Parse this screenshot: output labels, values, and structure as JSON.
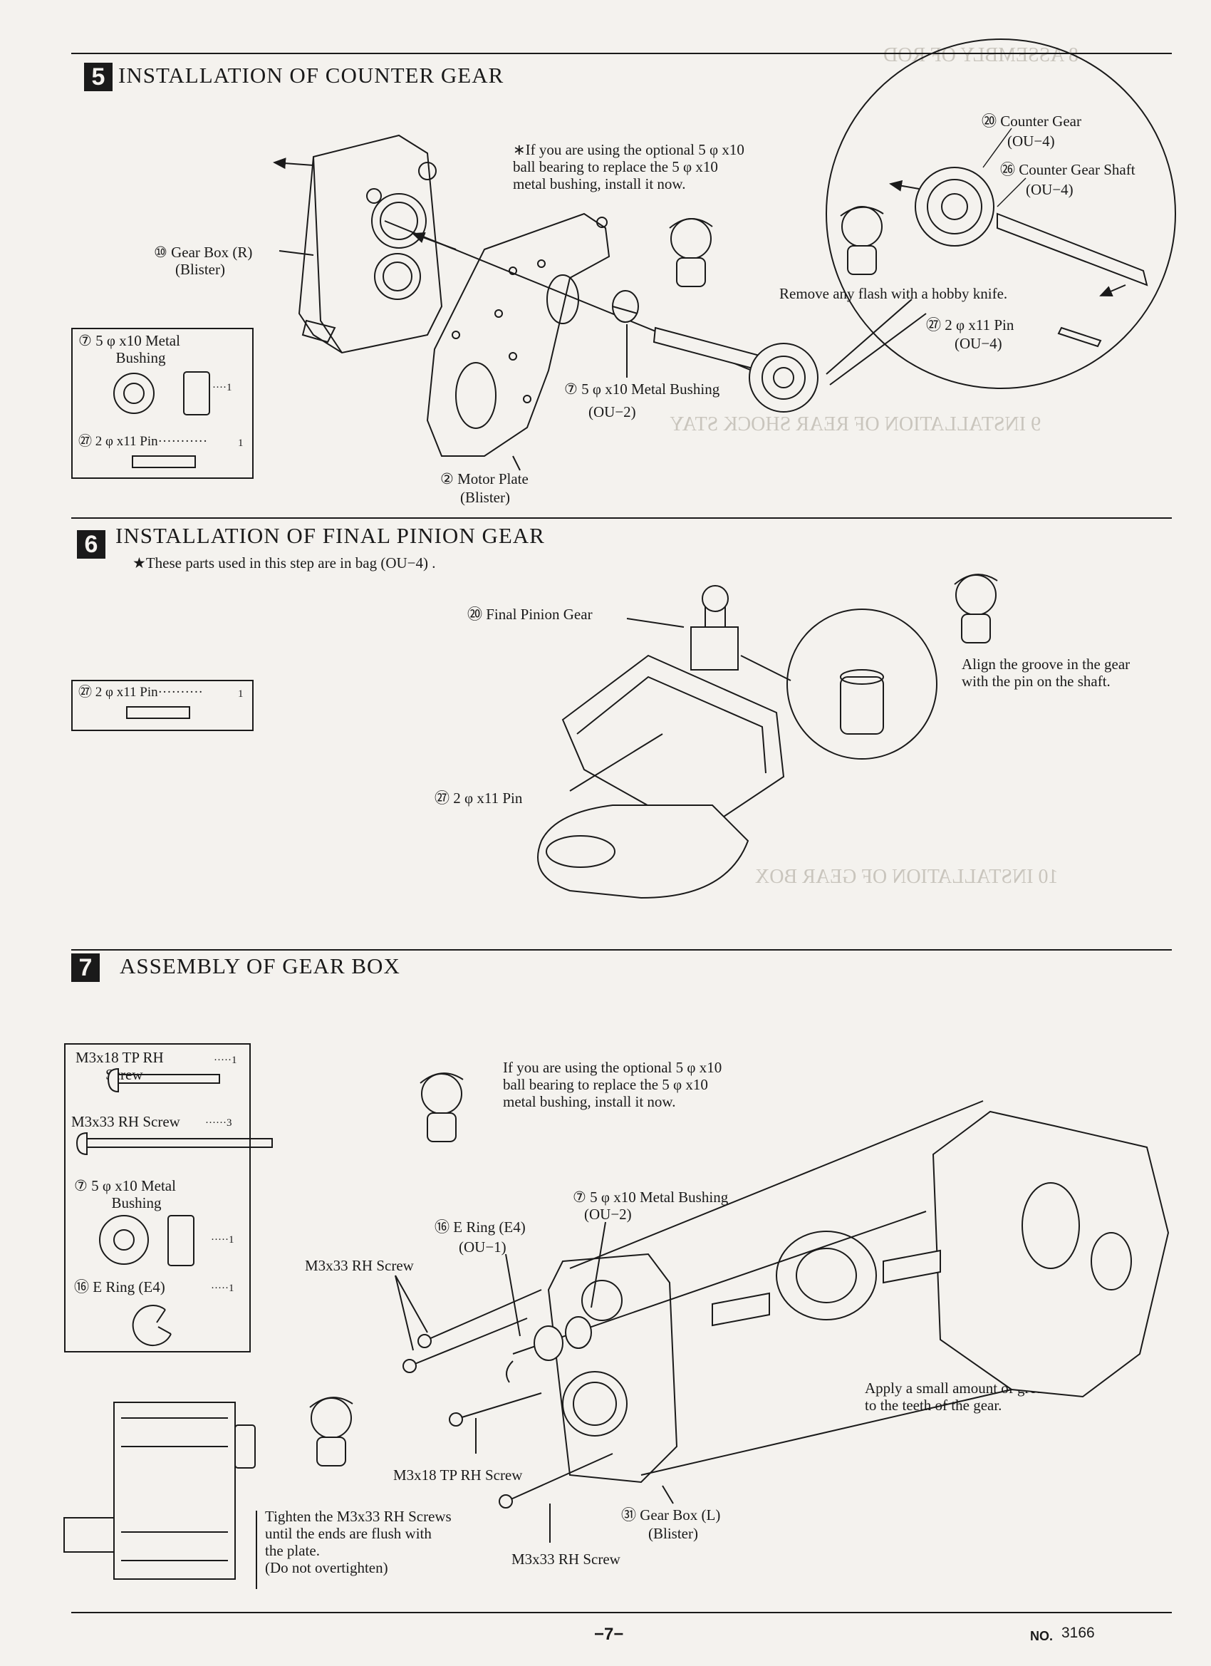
{
  "steps": [
    {
      "number": "5",
      "title": "INSTALLATION OF COUNTER GEAR",
      "note": "∗If you are using the optional 5 φ x10\nball bearing to replace the 5 φ x10\nmetal bushing, install it now.",
      "labels": {
        "gear_box_r": "⑩ Gear Box (R)",
        "gear_box_r_pkg": "(Blister)",
        "counter_gear": "⑳ Counter Gear",
        "counter_gear_pkg": "(OU−4)",
        "counter_gear_shaft": "㉖ Counter Gear Shaft",
        "counter_gear_shaft_pkg": "(OU−4)",
        "flash_tip": "Remove any flash with a hobby knife.",
        "pin": "㉗ 2 φ x11 Pin",
        "pin_pkg": "(OU−4)",
        "bushing": "⑦ 5 φ x10 Metal Bushing",
        "bushing_pkg": "(OU−2)",
        "motor_plate": "② Motor Plate",
        "motor_plate_pkg": "(Blister)"
      },
      "parts_box": [
        {
          "name": "⑦ 5 φ x10 Metal\n          Bushing",
          "qty": "····1"
        },
        {
          "name": "㉗ 2 φ x11 Pin···········",
          "qty": "1"
        }
      ]
    },
    {
      "number": "6",
      "title": "INSTALLATION OF FINAL PINION GEAR",
      "subtitle": "★These parts used in this step are in bag (OU−4) .",
      "labels": {
        "final_pinion": "⑳ Final Pinion Gear",
        "pin": "㉗ 2 φ x11 Pin",
        "align_tip": "Align the groove in the gear\nwith the pin on the shaft."
      },
      "parts_box": [
        {
          "name": "㉗ 2 φ x11 Pin··········",
          "qty": "1"
        }
      ]
    },
    {
      "number": "7",
      "title": "ASSEMBLY OF GEAR BOX",
      "note": "If you are using the optional 5 φ x10\nball bearing to replace the 5 φ x10\nmetal bushing, install it now.",
      "labels": {
        "bushing": "⑦ 5 φ x10 Metal Bushing",
        "bushing_pkg": "(OU−2)",
        "e_ring": "⑯ E Ring (E4)",
        "e_ring_pkg": "(OU−1)",
        "m3x33_a": "M3x33 RH Screw",
        "m3x18": "M3x18 TP RH Screw",
        "m3x33_b": "M3x33 RH Screw",
        "gear_box_l": "㉛ Gear Box (L)",
        "gear_box_l_pkg": "(Blister)",
        "grease_tip": "Apply a small amount of grease\nto the teeth of the gear.",
        "tighten_tip": "Tighten the M3x33 RH Screws\nuntil the ends are flush with\nthe plate.\n(Do not overtighten)"
      },
      "parts_box": [
        {
          "name": "M3x18 TP RH\n        Screw",
          "qty": "·····1"
        },
        {
          "name": "M3x33 RH Screw",
          "qty": "······3"
        },
        {
          "name": "⑦ 5 φ x10 Metal\n          Bushing",
          "qty": "·····1"
        },
        {
          "name": "⑯ E Ring (E4)",
          "qty": "·····1"
        }
      ]
    }
  ],
  "footer": {
    "page": "−7−",
    "doc_no_label": "NO.",
    "doc_no": "3166"
  },
  "bleed_through": {
    "step8": "8 ASSEMBLY OF ROD",
    "step9": "9 INSTALLATION OF REAR SHOCK STAY",
    "step10": "10 INSTALLATION OF GEAR BOX"
  }
}
